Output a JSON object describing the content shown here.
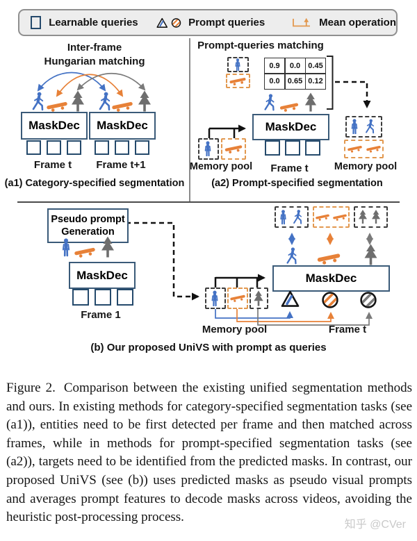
{
  "legend": {
    "learnable": "Learnable queries",
    "prompt": "Prompt queries",
    "mean": "Mean operation"
  },
  "panel_a1": {
    "title_line1": "Inter-frame",
    "title_line2": "Hungarian matching",
    "maskdec1": "MaskDec",
    "maskdec2": "MaskDec",
    "frame_t": "Frame t",
    "frame_t1": "Frame t+1",
    "caption": "(a1) Category-specified segmentation"
  },
  "panel_a2": {
    "title": "Prompt-queries matching",
    "matrix": [
      [
        "0.9",
        "0.0",
        "0.45"
      ],
      [
        "0.0",
        "0.65",
        "0.12"
      ]
    ],
    "maskdec": "MaskDec",
    "memory_left": "Memory pool",
    "memory_right": "Memory pool",
    "frame_t": "Frame t",
    "caption": "(a2) Prompt-specified segmentation"
  },
  "panel_b": {
    "pseudo_line1": "Pseudo prompt",
    "pseudo_line2": "Generation",
    "maskdec_left": "MaskDec",
    "maskdec_right": "MaskDec",
    "frame_1": "Frame 1",
    "memory": "Memory pool",
    "frame_t": "Frame t",
    "caption": "(b) Our proposed UniVS with prompt as queries"
  },
  "figure_caption": {
    "label": "Figure 2.",
    "body": "Comparison between the existing unified segmentation methods and ours. In existing methods for category-specified segmentation tasks (see (a1)), entities need to be first detected per frame and then matched across frames, while in methods for prompt-specified segmentation tasks (see (a2)), targets need to be identified from the predicted masks. In contrast, our proposed UniVS (see (b)) uses predicted masks as pseudo visual prompts and averages prompt features to decode masks across videos, avoiding the heuristic post-processing process."
  },
  "watermark": "知乎 @CVer",
  "colors": {
    "blue": "#4472c4",
    "orange": "#e78138",
    "orange_dash": "#e2984f",
    "gray": "#6e6e6e",
    "navy": "#24496b",
    "line_black": "#111111"
  }
}
